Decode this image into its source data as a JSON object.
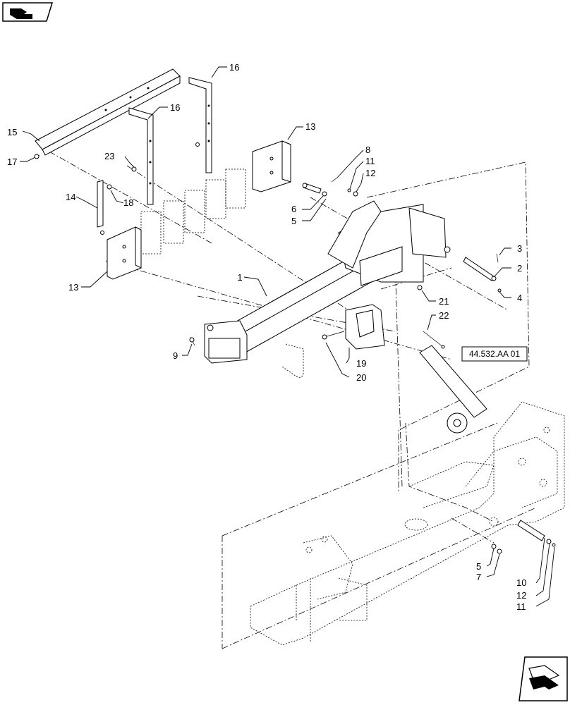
{
  "reference_box": {
    "text": "44.532.AA 01"
  },
  "callouts": [
    {
      "id": "c1",
      "text": "1"
    },
    {
      "id": "c2",
      "text": "2"
    },
    {
      "id": "c3",
      "text": "3"
    },
    {
      "id": "c4",
      "text": "4"
    },
    {
      "id": "c5a",
      "text": "5"
    },
    {
      "id": "c5b",
      "text": "5"
    },
    {
      "id": "c6",
      "text": "6"
    },
    {
      "id": "c7",
      "text": "7"
    },
    {
      "id": "c8",
      "text": "8"
    },
    {
      "id": "c9",
      "text": "9"
    },
    {
      "id": "c10",
      "text": "10"
    },
    {
      "id": "c11a",
      "text": "11"
    },
    {
      "id": "c11b",
      "text": "11"
    },
    {
      "id": "c12a",
      "text": "12"
    },
    {
      "id": "c12b",
      "text": "12"
    },
    {
      "id": "c13a",
      "text": "13"
    },
    {
      "id": "c13b",
      "text": "13"
    },
    {
      "id": "c14",
      "text": "14"
    },
    {
      "id": "c15",
      "text": "15"
    },
    {
      "id": "c16a",
      "text": "16"
    },
    {
      "id": "c16b",
      "text": "16"
    },
    {
      "id": "c17",
      "text": "17"
    },
    {
      "id": "c18",
      "text": "18"
    },
    {
      "id": "c19",
      "text": "19"
    },
    {
      "id": "c20",
      "text": "20"
    },
    {
      "id": "c21",
      "text": "21"
    },
    {
      "id": "c22",
      "text": "22"
    },
    {
      "id": "c23",
      "text": "23"
    }
  ],
  "icons": {
    "top_left": "previous-page-arrow-icon",
    "bottom_right": "next-page-arrow-icon"
  }
}
